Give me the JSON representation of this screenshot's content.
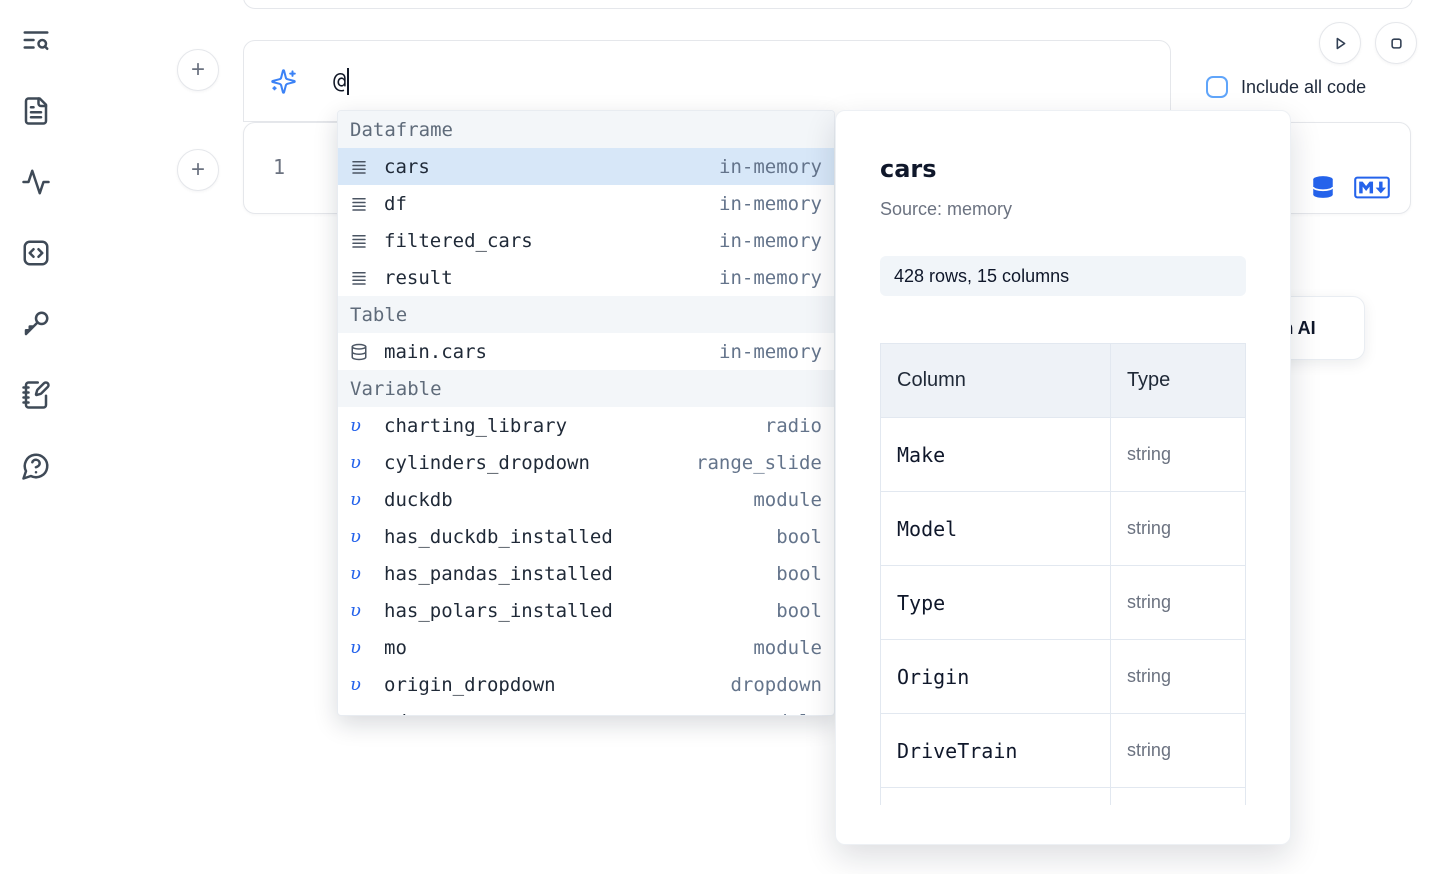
{
  "ui": {
    "plus": "+"
  },
  "sidebar": {
    "icons": [
      "text-search",
      "file-text",
      "activity",
      "code-square",
      "key",
      "notebook-pen",
      "help-circle"
    ]
  },
  "ai_prompt": {
    "value": "@",
    "include_all_code_label": "Include all code"
  },
  "code_cell": {
    "line_number": "1",
    "action_icons": [
      "database",
      "markdown"
    ]
  },
  "generate_ai_button": {
    "label": "Generate with AI"
  },
  "autocomplete": {
    "sections": [
      {
        "label": "Dataframe",
        "items": [
          {
            "icon": "dataframe",
            "name": "cars",
            "type": "in-memory",
            "selected": true
          },
          {
            "icon": "dataframe",
            "name": "df",
            "type": "in-memory"
          },
          {
            "icon": "dataframe",
            "name": "filtered_cars",
            "type": "in-memory"
          },
          {
            "icon": "dataframe",
            "name": "result",
            "type": "in-memory"
          }
        ]
      },
      {
        "label": "Table",
        "items": [
          {
            "icon": "table",
            "name": "main.cars",
            "type": "in-memory"
          }
        ]
      },
      {
        "label": "Variable",
        "items": [
          {
            "icon": "variable",
            "name": "charting_library",
            "type": "radio"
          },
          {
            "icon": "variable",
            "name": "cylinders_dropdown",
            "type": "range_slider"
          },
          {
            "icon": "variable",
            "name": "duckdb",
            "type": "module"
          },
          {
            "icon": "variable",
            "name": "has_duckdb_installed",
            "type": "bool"
          },
          {
            "icon": "variable",
            "name": "has_pandas_installed",
            "type": "bool"
          },
          {
            "icon": "variable",
            "name": "has_polars_installed",
            "type": "bool"
          },
          {
            "icon": "variable",
            "name": "mo",
            "type": "module"
          },
          {
            "icon": "variable",
            "name": "origin_dropdown",
            "type": "dropdown"
          },
          {
            "icon": "variable",
            "name": "pd",
            "type": "module",
            "partial": true
          }
        ]
      }
    ]
  },
  "popover": {
    "title": "cars",
    "source": "Source: memory",
    "shape": "428 rows, 15 columns",
    "table": {
      "headers": [
        "Column",
        "Type"
      ],
      "rows": [
        [
          "Make",
          "string"
        ],
        [
          "Model",
          "string"
        ],
        [
          "Type",
          "string"
        ],
        [
          "Origin",
          "string"
        ],
        [
          "DriveTrain",
          "string"
        ]
      ]
    }
  },
  "colors": {
    "accent_blue": "#3b82f6",
    "icon_blue": "#2563eb",
    "selected_row": "#d7e7f8",
    "border": "#e5e7eb",
    "muted_text": "#64748b"
  }
}
